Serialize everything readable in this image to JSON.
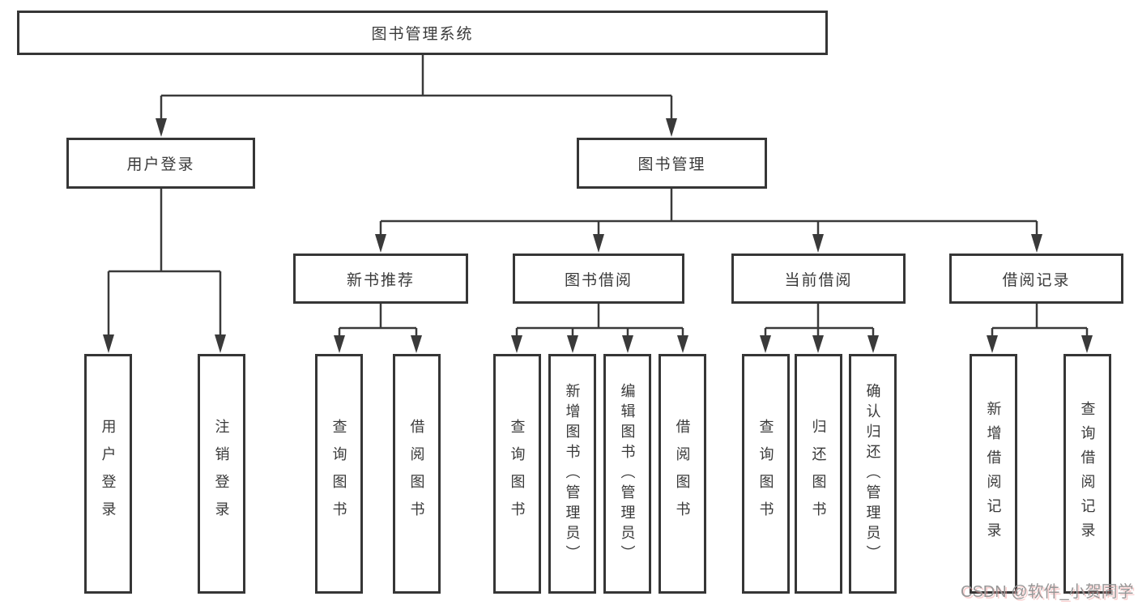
{
  "diagram": {
    "root": {
      "label": "图书管理系统"
    },
    "level2": [
      {
        "label": "用户登录"
      },
      {
        "label": "图书管理"
      }
    ],
    "level3": [
      {
        "label": "新书推荐"
      },
      {
        "label": "图书借阅"
      },
      {
        "label": "当前借阅"
      },
      {
        "label": "借阅记录"
      }
    ],
    "leaves": {
      "user_login": [
        "用户登录",
        "注销登录"
      ],
      "new_books": [
        "查询图书",
        "借阅图书"
      ],
      "book_borrow": [
        "查询图书",
        "新增图书（管理员）",
        "编辑图书（管理员）",
        "借阅图书"
      ],
      "current_borrow": [
        "查询图书",
        "归还图书",
        "确认归还（管理员）"
      ],
      "borrow_records": [
        "新增借阅记录",
        "查询借阅记录"
      ]
    }
  },
  "watermark": {
    "text": "CSDN @软件_小贺同学"
  },
  "colors": {
    "background": "#ffffff",
    "box_border": "#363636",
    "connector_line": "#3a3a3a",
    "text": "#3a3a3a",
    "watermark_text": "#979797",
    "watermark_shadow": "#f19696"
  }
}
